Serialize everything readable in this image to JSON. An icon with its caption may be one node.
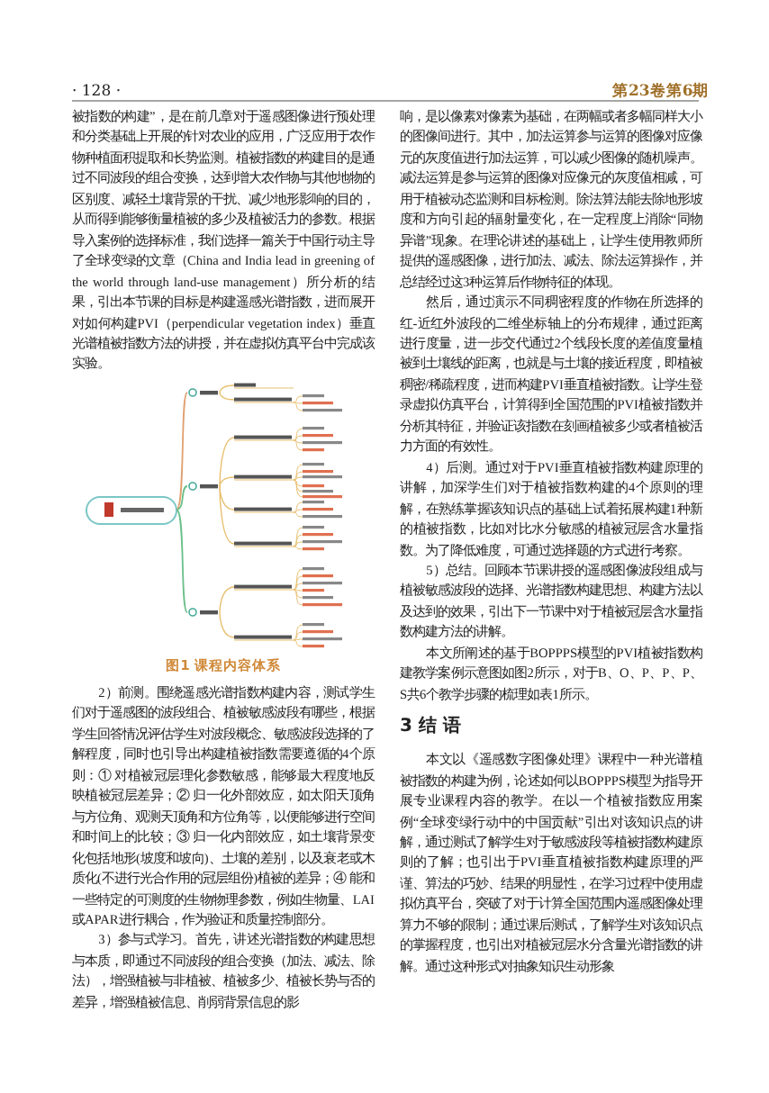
{
  "diagram": {
    "caption": "图1 课程内容体系",
    "labels": [
      "· 128 ·",
      "第23卷第6期",
      "被指数的构建”，是在前几章对于遥感图像进行预处理和分类基础上开展的针对农业的应用，广泛应用于农作物种植面积提取和长势监测。植被指数的构建目的是通过不同波段的组合变换，达到增大农作物与其他地物的区别度、减轻土壤背景的干扰、减少地形影响的目的，从而得到能够衡量植被的多少及植被活力的参数。根据导入案例的选择标准，我们选择一篇关于中国行动主导了全球变绿的文章（China and India lead in greening of the world through land-use management）所分析的结果，引出本节课的目标是构建遥感光谱指数，进而展开对如何构建PVI（perpendicular vegetation index）垂直光谱植被指数方法的讲授，并在虚拟仿真平台中完成该实验。",
      "2）前测。围绕遥感光谱指数构建内容，测试学生们对于遥感图的波段组合、植被敏感波段有哪些，根据学生回答情况评估学生对波段概念、敏感波段选择的了解程度，同时也引导出构建植被指数需要遵循的4个原则：① 对植被冠层理化参数敏感，能够最大程度地反映植被冠层差异；② 归一化外部效应，如太阳天顶角与方位角、观测天顶角和方位角等，以便能够进行空间和时间上的比较；③ 归一化内部效应，如土壤背景变化包括地形(坡度和坡向)、土壤的差别，以及衰老或木质化(不进行光合作用的冠层组份)植被的差异；④ 能和一些特定的可测度的生物物理参数，例如生物量、LAI或APAR进行耦合，作为验证和质量控制部分。",
      "3）参与式学习。首先，讲述光谱指数的构建思想与本质，即通过不同波段的组合变换（加法、减法、除法），增强植被与非植被、植被多少、植被长势与否的差异，增强植被信息、削弱背景信息的影",
      "响，是以像素对像素为基础，在两幅或者多幅同样大小的图像间进行。其中，加法运算参与运算的图像对应像元的灰度值进行加法运算，可以减少图像的随机噪声。减法运算是参与运算的图像对应像元的灰度值相减，可用于植被动态监测和目标检测。除法算法能去除地形坡度和方向引起的辐射量变化，在一定程度上消除“同物异谱”现象。在理论讲述的基础上，让学生使用教师所提供的遥感图像，进行加法、减法、除法运算操作，并总结经过这3种运算后作物特征的体现。",
      "然后，通过演示不同稠密程度的作物在所选择的红-近红外波段的二维坐标轴上的分布规律，通过距离进行度量，进一步交代通过2个线段长度的差值度量植被到土壤线的距离，也就是与土壤的接近程度，即植被稠密/稀疏程度，进而构建PVI垂直植被指数。让学生登录虚拟仿真平台，计算得到全国范围的PVI植被指数并分析其特征，并验证该指数在刻画植被多少或者植被活力方面的有效性。",
      "4）后测。通过对于PVI垂直植被指数构建原理的讲解，加深学生们对于植被指数构建的4个原则的理解，在熟练掌握该知识点的基础上试着拓展构建1种新的植被指数，比如对比水分敏感的植被冠层含水量指数。为了降低难度，可通过选择题的方式进行考察。",
      "5）总结。回顾本节课讲授的遥感图像波段组成与植被敏感波段的选择、光谱指数构建思想、构建方法以及达到的效果，引出下一节课中对于植被冠层含水量指数构建方法的讲解。",
      "本文所阐述的基于BOPPPS模型的PVI植被指数构建教学案例示意图如图2所示，对于B、O、P、P、P、S共6个教学步骤的梳理如表1所示。",
      "3 结 语",
      "本文以《遥感数字图像处理》课程中一种光谱植被指数的构建为例，论述如何以BOPPPS模型为指导开展专业课程内容的教学。在以一个植被指数应用案例“全球变绿行动中的中国贡献”引出对该知识点的讲解，通过测试了解学生对于敏感波段等植被指数构建原则的了解；也引出于PVI垂直植被指数构建原理的严谨、算法的巧妙、结果的明显性，在学习过程中使用虚拟仿真平台，突破了对于计算全国范围内遥感图像处理算力不够的限制；通过课后测试，了解学生对该知识点的掌握程度，也引出对植被冠层水分含量光谱指数的讲解。通过这种形式对抽象知识生动形象"
    ]
  }
}
